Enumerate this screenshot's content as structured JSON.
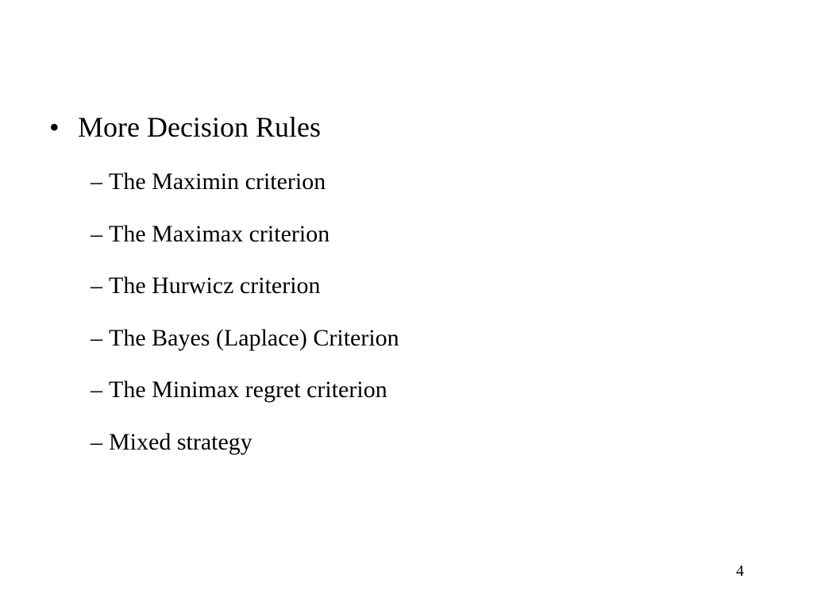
{
  "slide": {
    "heading": {
      "bullet": "•",
      "text": "More Decision Rules"
    },
    "items": [
      {
        "dash": "–",
        "text": "The Maximin criterion"
      },
      {
        "dash": "–",
        "text": "The Maximax criterion"
      },
      {
        "dash": "–",
        "text": "The Hurwicz criterion"
      },
      {
        "dash": "–",
        "text": "The Bayes (Laplace) Criterion"
      },
      {
        "dash": "–",
        "text": "The Minimax regret criterion"
      },
      {
        "dash": "–",
        "text": "Mixed strategy"
      }
    ],
    "page_number": "4"
  }
}
